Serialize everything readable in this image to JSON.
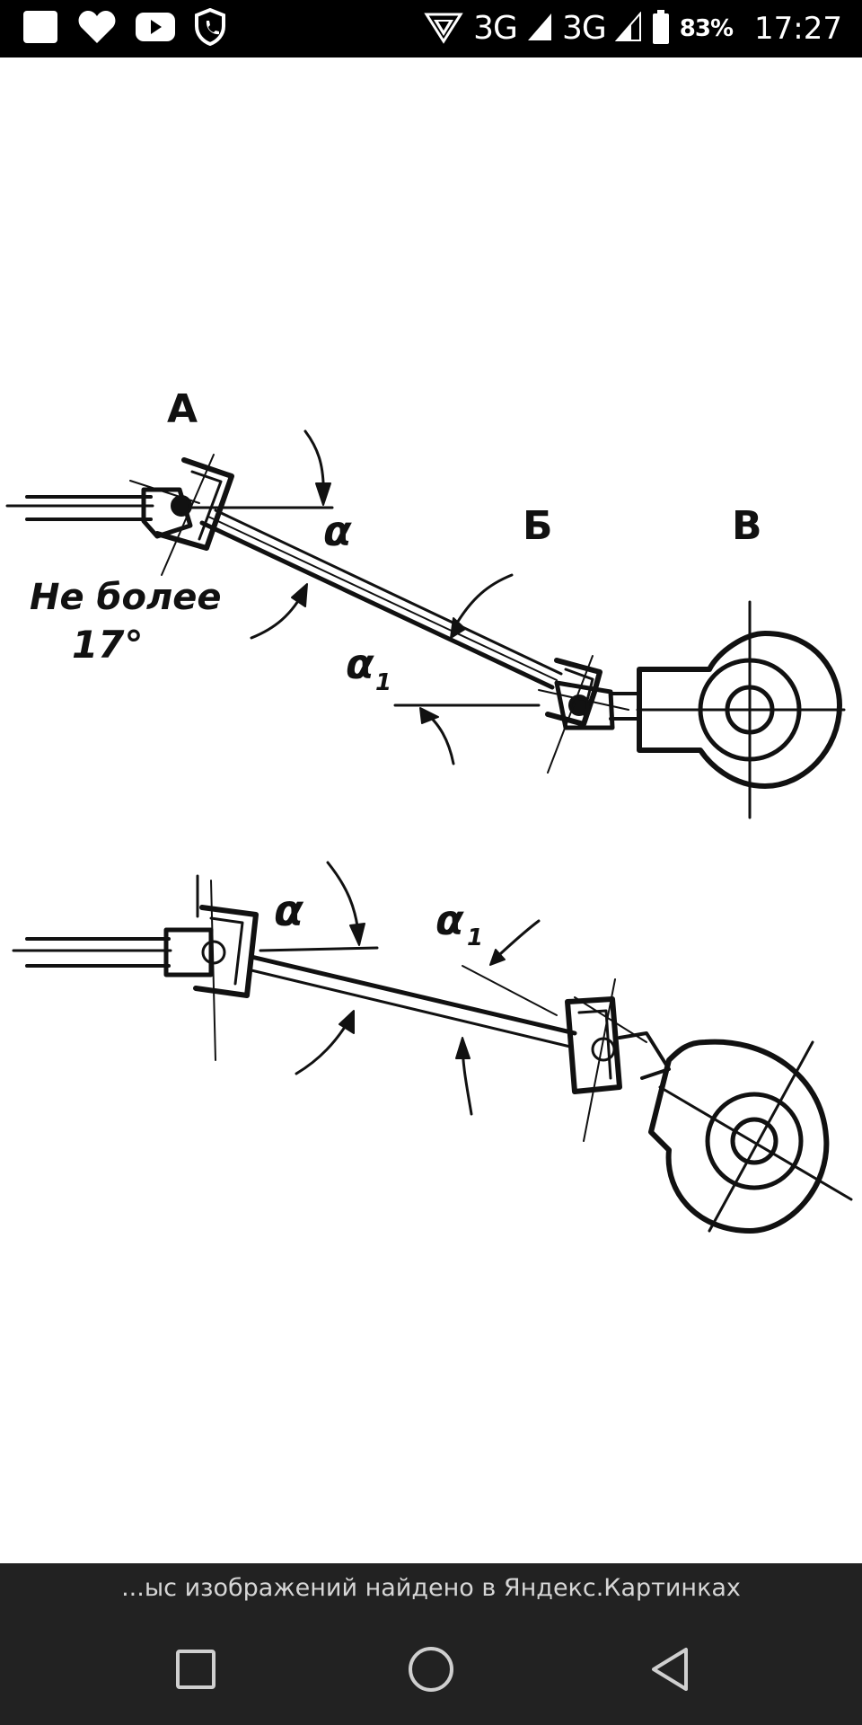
{
  "status_bar": {
    "icons_left": [
      "gallery-icon",
      "heart-icon",
      "youtube-icon",
      "shield-phone-icon"
    ],
    "icons_right": [
      "hotspot-icon",
      "signal-icon",
      "battery-icon"
    ],
    "network_1": "3G",
    "network_2": "3G",
    "battery": "83%",
    "time": "17:27"
  },
  "diagram": {
    "label_a": "А",
    "label_b": "Б",
    "label_v": "В",
    "alpha_top": "α",
    "alpha1_top": "α",
    "alpha1_top_sub": "1",
    "note_line1": "Не более",
    "note_line2": "17°",
    "alpha_bottom": "α",
    "alpha1_bottom": "α",
    "alpha1_bottom_sub": "1"
  },
  "caption": {
    "text": "...ыс изображений найдено в Яндекс.Картинках"
  },
  "nav": {
    "icons": [
      "recents-square-icon",
      "home-circle-icon",
      "back-triangle-icon"
    ]
  },
  "colors": {
    "status_bg": "#000000",
    "bar_bg": "#222222",
    "caption_text": "#d6d6d6",
    "ink": "#111111"
  }
}
